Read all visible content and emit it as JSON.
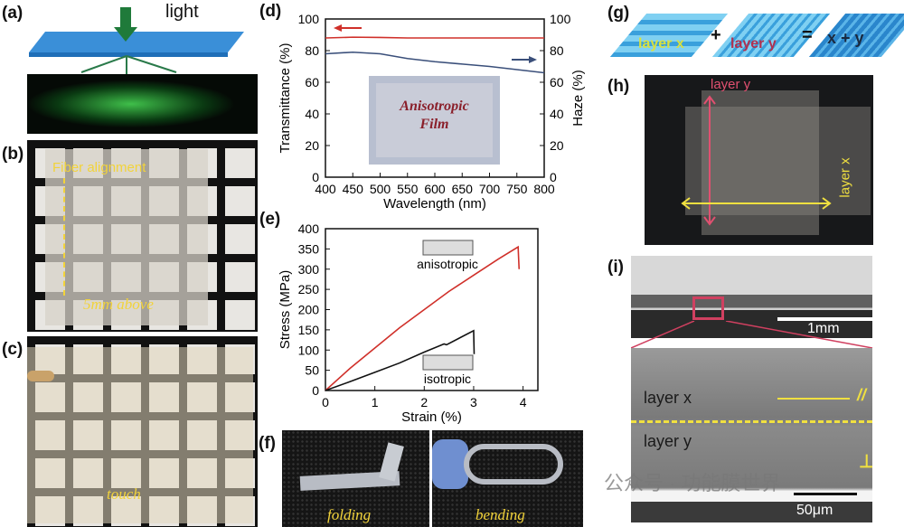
{
  "panels": {
    "a": {
      "label": "(a)",
      "light": "light"
    },
    "b": {
      "label": "(b)",
      "fiber_alignment": "Fiber alignment",
      "height_note": "5mm above"
    },
    "c": {
      "label": "(c)",
      "touch": "touch"
    },
    "d": {
      "label": "(d)",
      "inset_text_line1": "Anisotropic",
      "inset_text_line2": "Film"
    },
    "e": {
      "label": "(e)"
    },
    "f": {
      "label": "(f)",
      "photo1": "folding",
      "photo2": "bending"
    },
    "g": {
      "label": "(g)",
      "layer_x": "layer x",
      "plus": "+",
      "layer_y": "layer y",
      "equals": "=",
      "combined": "x + y"
    },
    "h": {
      "label": "(h)",
      "layer_y": "layer y",
      "layer_x": "layer x"
    },
    "i": {
      "label": "(i)",
      "scale_top": "1mm",
      "layer_x": "layer x",
      "layer_y": "layer y",
      "parallel": "//",
      "perpendicular": "⊥",
      "scale_bottom": "50μm"
    }
  },
  "watermark": "公众号 · 功能膜世界",
  "chart_data": [
    {
      "type": "line",
      "panel": "d",
      "xlabel": "Wavelength (nm)",
      "ylabel": "Transmittance (%)",
      "y2label": "Haze (%)",
      "xlim": [
        400,
        800
      ],
      "ylim": [
        0,
        100
      ],
      "y2lim": [
        0,
        100
      ],
      "xticks": [
        400,
        450,
        500,
        550,
        600,
        650,
        700,
        750,
        800
      ],
      "yticks": [
        0,
        20,
        40,
        60,
        80,
        100
      ],
      "series": [
        {
          "axis": "left",
          "color": "#d0302a",
          "x": [
            400,
            450,
            500,
            550,
            600,
            650,
            700,
            750,
            800
          ],
          "y": [
            88,
            88.5,
            88.3,
            88,
            88,
            88,
            88,
            88,
            88
          ]
        },
        {
          "axis": "right",
          "color": "#3a4f7a",
          "x": [
            400,
            450,
            500,
            550,
            600,
            650,
            700,
            750,
            800
          ],
          "y": [
            78,
            79,
            78,
            75,
            73,
            71.5,
            70,
            68,
            66
          ]
        }
      ]
    },
    {
      "type": "line",
      "panel": "e",
      "xlabel": "Strain (%)",
      "ylabel": "Stress (MPa)",
      "xlim": [
        0,
        4.3
      ],
      "ylim": [
        0,
        400
      ],
      "xticks": [
        0,
        1,
        2,
        3,
        4
      ],
      "yticks": [
        0,
        50,
        100,
        150,
        200,
        250,
        300,
        350,
        400
      ],
      "series": [
        {
          "name": "anisotropic",
          "color": "#d0302a",
          "x": [
            0,
            0.5,
            1,
            1.5,
            2,
            2.5,
            3,
            3.5,
            3.9,
            3.92
          ],
          "y": [
            0,
            55,
            105,
            155,
            200,
            245,
            285,
            325,
            355,
            300
          ]
        },
        {
          "name": "isotropic",
          "color": "#111111",
          "x": [
            0,
            0.5,
            1,
            1.5,
            2,
            2.4,
            2.45,
            3,
            3.01
          ],
          "y": [
            0,
            22,
            45,
            68,
            95,
            115,
            113,
            148,
            90
          ]
        }
      ]
    }
  ]
}
